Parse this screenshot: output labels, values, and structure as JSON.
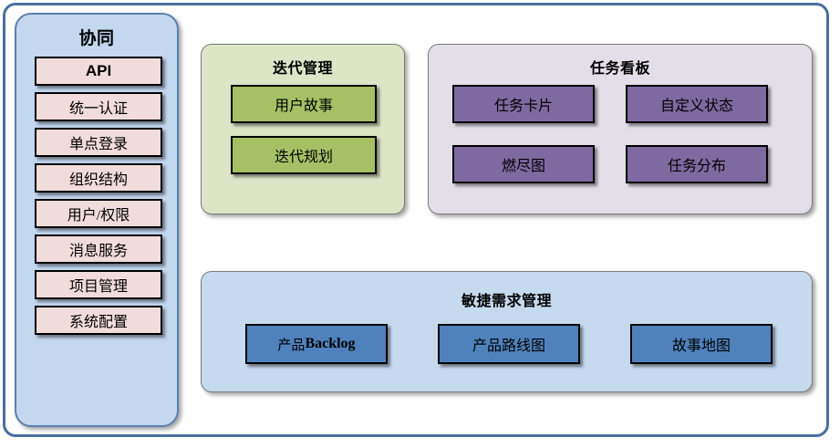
{
  "diagram": {
    "title_hidden": "",
    "colors": {
      "frame_border": "#4a6e9e",
      "sidebar_bg": "#c3d7ef",
      "chip_bg": "#f1dcdc",
      "iteration_bg": "#dde5c6",
      "iteration_btn": "#a5c065",
      "taskboard_bg": "#e3dfe9",
      "taskboard_btn": "#7f69a1",
      "agile_bg": "#c5d9ef",
      "agile_btn": "#4f82bd"
    }
  },
  "sidebar": {
    "title": "协同",
    "items": [
      {
        "label": "API",
        "emphasis": "bold"
      },
      {
        "label": "统一认证",
        "emphasis": "normal"
      },
      {
        "label": "单点登录",
        "emphasis": "normal"
      },
      {
        "label": "组织结构",
        "emphasis": "normal"
      },
      {
        "label": "用户/权限",
        "emphasis": "normal"
      },
      {
        "label": "消息服务",
        "emphasis": "normal"
      },
      {
        "label": "项目管理",
        "emphasis": "normal"
      },
      {
        "label": "系统配置",
        "emphasis": "normal"
      }
    ]
  },
  "iteration": {
    "title": "迭代管理",
    "items": [
      {
        "label": "用户故事"
      },
      {
        "label": "迭代规划"
      }
    ]
  },
  "taskboard": {
    "title": "任务看板",
    "items": [
      {
        "label": "任务卡片"
      },
      {
        "label": "自定义状态"
      },
      {
        "label": "燃尽图"
      },
      {
        "label": "任务分布"
      }
    ]
  },
  "agile": {
    "title": "敏捷需求管理",
    "items": [
      {
        "label_cjk": "产品",
        "label_latin": "Backlog",
        "label": "产品Backlog"
      },
      {
        "label_cjk": "",
        "label_latin": "",
        "label": "产品路线图"
      },
      {
        "label_cjk": "",
        "label_latin": "",
        "label": "故事地图"
      }
    ]
  }
}
